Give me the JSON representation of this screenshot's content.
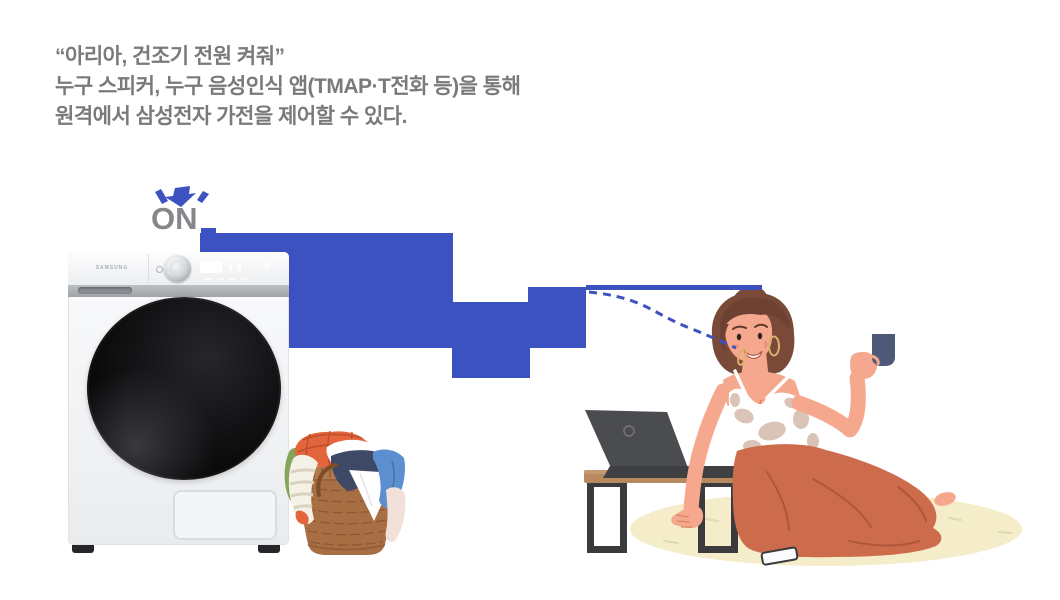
{
  "caption": {
    "line1": "“아리아, 건조기 전원 켜줘”",
    "line2": "누구 스피커, 누구 음성인식 앱(TMAP·T전화 등)을 통해",
    "line3": "원격에서 삼성전자 가전을 제어할 수 있다."
  },
  "power_indicator": {
    "label": "ON",
    "icon": "press-down-arrow-icon"
  },
  "washer": {
    "brand": "SAMSUNG"
  },
  "colors": {
    "accent_blue": "#3D52C1",
    "caption_gray": "#7A7A7A",
    "on_gray": "#85878A",
    "rug_cream": "#F5EDC9",
    "pants_terracotta": "#CC6C4C",
    "skin": "#F5A88D",
    "hair_brown": "#7A4A39",
    "mug_navy": "#4D5977",
    "basket_brown": "#A96F44"
  },
  "icons": {
    "press_arrow": "press-down-arrow-icon",
    "steam": "steam-icon",
    "signal": "signal-blocks"
  }
}
